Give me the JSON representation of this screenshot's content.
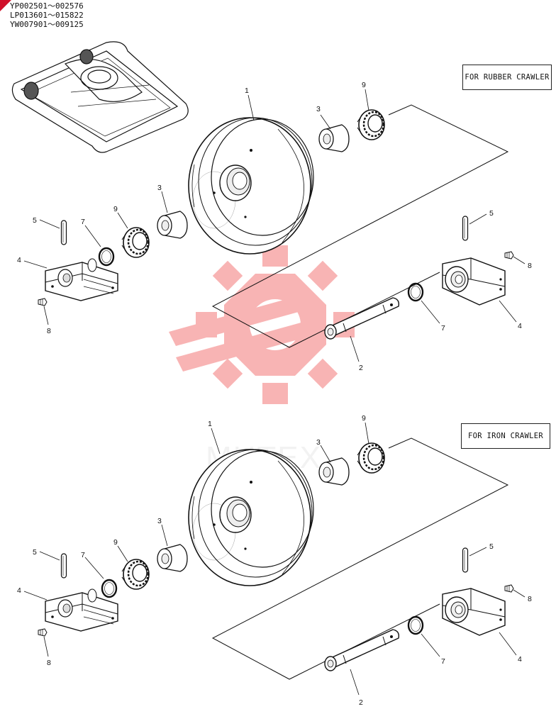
{
  "serial_ranges": [
    "YP002501～002576",
    "LP013601～015822",
    "YW007901～009125"
  ],
  "variant_labels": {
    "rubber": "FOR RUBBER CRAWLER",
    "iron": "FOR IRON CRAWLER"
  },
  "watermark": {
    "text": "MHTEX",
    "color": "#f26b6b"
  },
  "callouts": [
    "1",
    "2",
    "3",
    "4",
    "5",
    "7",
    "8",
    "9"
  ],
  "colors": {
    "line": "#111111",
    "watermark": "#f26b6b",
    "marker": "#d0102a"
  }
}
